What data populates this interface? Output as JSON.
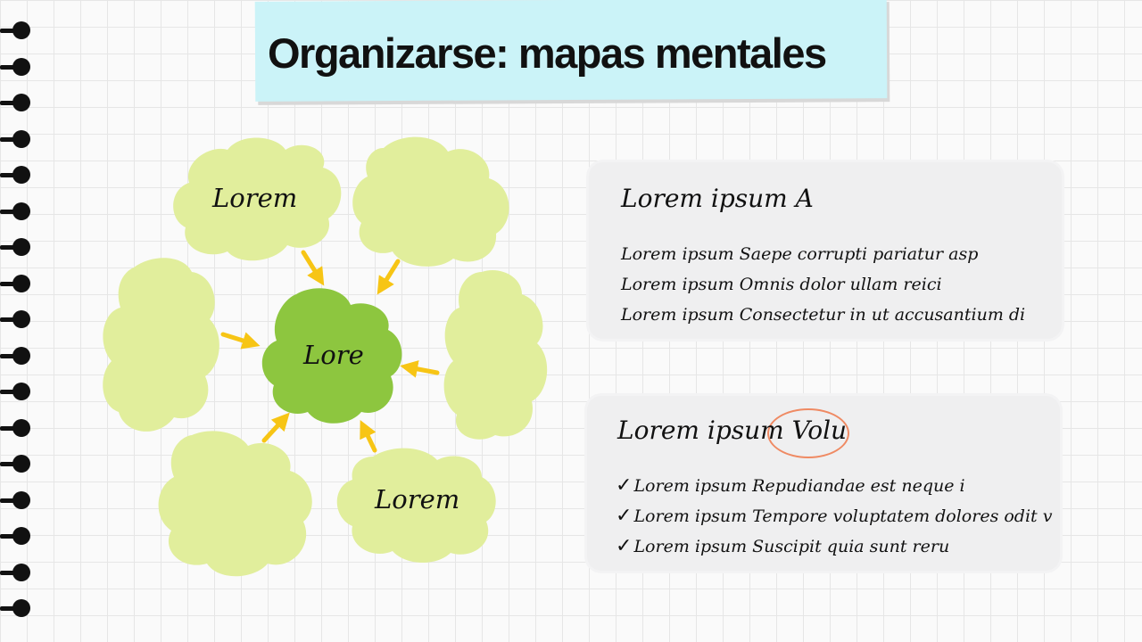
{
  "title": "Organizarse: mapas mentales",
  "colors": {
    "title_bg": "#cbf3f8",
    "cloud_light": "#e1ee9c",
    "cloud_center": "#8dc63f",
    "arrow": "#f7c515",
    "card_bg": "#efeff0",
    "highlight_circle": "#ef8a63"
  },
  "mindmap": {
    "center": "Lore",
    "nodes": [
      "Lorem",
      "",
      "",
      "",
      "",
      "Lorem"
    ]
  },
  "card_a": {
    "heading": "Lorem ipsum A",
    "items": [
      "Lorem ipsum Saepe corrupti pariatur asp",
      "Lorem ipsum Omnis dolor ullam reici",
      "Lorem ipsum Consectetur in ut accusantium di"
    ]
  },
  "card_b": {
    "heading": "Lorem ipsum Volu",
    "check_glyph": "✓",
    "items": [
      "Lorem ipsum Repudiandae est neque i",
      "Lorem ipsum Tempore voluptatem dolores odit v",
      "Lorem ipsum Suscipit quia sunt reru"
    ]
  }
}
